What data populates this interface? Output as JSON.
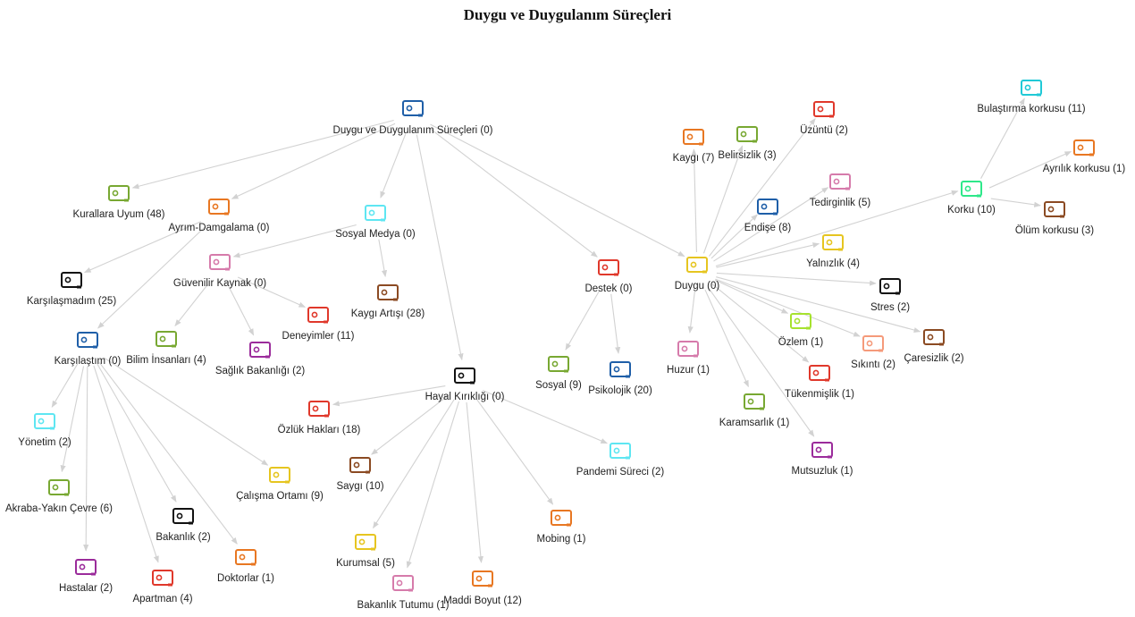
{
  "title": "Duygu ve Duygulanım Süreçleri",
  "colors": {
    "blue": "#1f5fa8",
    "orange": "#e87722",
    "green": "#78a832",
    "cyan": "#5ee6f2",
    "pink": "#d67bab",
    "red": "#e0382b",
    "brown": "#8b4a22",
    "black": "#111111",
    "purple": "#9b2c9b",
    "yellow": "#e6c520",
    "lime": "#a6e22e",
    "teal": "#20c9d6",
    "salmon": "#f59a7a",
    "mint": "#2ee88a",
    "edge": "#d2d2d2"
  },
  "nodes": [
    {
      "id": "root",
      "label": "Duygu ve Duygulanım Süreçleri (0)",
      "color": "blue"
    },
    {
      "id": "kurallara",
      "label": "Kurallara Uyum (48)",
      "color": "green"
    },
    {
      "id": "ayrim",
      "label": "Ayrım-Damgalama (0)",
      "color": "orange"
    },
    {
      "id": "sosyalmedya",
      "label": "Sosyal Medya (0)",
      "color": "cyan"
    },
    {
      "id": "guvenilir",
      "label": "Güvenilir Kaynak (0)",
      "color": "pink"
    },
    {
      "id": "kaygiartisi",
      "label": "Kaygı Artışı (28)",
      "color": "brown"
    },
    {
      "id": "karsilasmadim",
      "label": "Karşılaşmadım (25)",
      "color": "black"
    },
    {
      "id": "karsilastim",
      "label": "Karşılaştım (0)",
      "color": "blue"
    },
    {
      "id": "bilim",
      "label": "Bilim İnsanları (4)",
      "color": "green"
    },
    {
      "id": "saglik",
      "label": "Sağlık Bakanlığı (2)",
      "color": "purple"
    },
    {
      "id": "deneyimler",
      "label": "Deneyimler (11)",
      "color": "red"
    },
    {
      "id": "yonetim",
      "label": "Yönetim (2)",
      "color": "cyan"
    },
    {
      "id": "akraba",
      "label": "Akraba-Yakın Çevre (6)",
      "color": "green"
    },
    {
      "id": "hastalar",
      "label": "Hastalar (2)",
      "color": "purple"
    },
    {
      "id": "apartman",
      "label": "Apartman (4)",
      "color": "red"
    },
    {
      "id": "bakanlik",
      "label": "Bakanlık (2)",
      "color": "black"
    },
    {
      "id": "doktorlar",
      "label": "Doktorlar (1)",
      "color": "orange"
    },
    {
      "id": "calisma",
      "label": "Çalışma Ortamı (9)",
      "color": "yellow"
    },
    {
      "id": "hayal",
      "label": "Hayal Kırıklığı (0)",
      "color": "black"
    },
    {
      "id": "ozluk",
      "label": "Özlük Hakları (18)",
      "color": "red"
    },
    {
      "id": "saygi",
      "label": "Saygı (10)",
      "color": "brown"
    },
    {
      "id": "kurumsal",
      "label": "Kurumsal (5)",
      "color": "yellow"
    },
    {
      "id": "bakanliktutumu",
      "label": "Bakanlık Tutumu (1)",
      "color": "pink"
    },
    {
      "id": "maddi",
      "label": "Maddi Boyut (12)",
      "color": "orange"
    },
    {
      "id": "mobing",
      "label": "Mobing (1)",
      "color": "orange"
    },
    {
      "id": "pandemi",
      "label": "Pandemi Süreci (2)",
      "color": "cyan"
    },
    {
      "id": "destek",
      "label": "Destek (0)",
      "color": "red"
    },
    {
      "id": "sosyal",
      "label": "Sosyal (9)",
      "color": "green"
    },
    {
      "id": "psikolojik",
      "label": "Psikolojik (20)",
      "color": "blue"
    },
    {
      "id": "duygu",
      "label": "Duygu (0)",
      "color": "yellow"
    },
    {
      "id": "kaygi",
      "label": "Kaygı (7)",
      "color": "orange"
    },
    {
      "id": "belirsizlik",
      "label": "Belirsizlik (3)",
      "color": "green"
    },
    {
      "id": "uzuntu",
      "label": "Üzüntü (2)",
      "color": "red"
    },
    {
      "id": "tedirginlik",
      "label": "Tedirginlik (5)",
      "color": "pink"
    },
    {
      "id": "endise",
      "label": "Endişe (8)",
      "color": "blue"
    },
    {
      "id": "yalnizlik",
      "label": "Yalnızlık (4)",
      "color": "yellow"
    },
    {
      "id": "stres",
      "label": "Stres (2)",
      "color": "black"
    },
    {
      "id": "caresizlik",
      "label": "Çaresizlik (2)",
      "color": "brown"
    },
    {
      "id": "sikinti",
      "label": "Sıkıntı (2)",
      "color": "salmon"
    },
    {
      "id": "ozlem",
      "label": "Özlem (1)",
      "color": "lime"
    },
    {
      "id": "tukenmislik",
      "label": "Tükenmişlik (1)",
      "color": "red"
    },
    {
      "id": "huzur",
      "label": "Huzur (1)",
      "color": "pink"
    },
    {
      "id": "karamsarlik",
      "label": "Karamsarlık (1)",
      "color": "green"
    },
    {
      "id": "mutsuzluk",
      "label": "Mutsuzluk (1)",
      "color": "purple"
    },
    {
      "id": "korku",
      "label": "Korku (10)",
      "color": "mint"
    },
    {
      "id": "bulastirma",
      "label": "Bulaştırma korkusu (11)",
      "color": "teal"
    },
    {
      "id": "ayrilik",
      "label": "Ayrılık korkusu (1)",
      "color": "orange"
    },
    {
      "id": "olum",
      "label": "Ölüm korkusu (3)",
      "color": "brown"
    }
  ],
  "edges": [
    [
      "root",
      "kurallara"
    ],
    [
      "root",
      "ayrim"
    ],
    [
      "root",
      "sosyalmedya"
    ],
    [
      "root",
      "hayal"
    ],
    [
      "root",
      "destek"
    ],
    [
      "root",
      "duygu"
    ],
    [
      "ayrim",
      "karsilasmadim"
    ],
    [
      "ayrim",
      "karsilastim"
    ],
    [
      "sosyalmedya",
      "guvenilir"
    ],
    [
      "sosyalmedya",
      "kaygiartisi"
    ],
    [
      "guvenilir",
      "bilim"
    ],
    [
      "guvenilir",
      "saglik"
    ],
    [
      "guvenilir",
      "deneyimler"
    ],
    [
      "karsilastim",
      "yonetim"
    ],
    [
      "karsilastim",
      "akraba"
    ],
    [
      "karsilastim",
      "hastalar"
    ],
    [
      "karsilastim",
      "apartman"
    ],
    [
      "karsilastim",
      "bakanlik"
    ],
    [
      "karsilastim",
      "doktorlar"
    ],
    [
      "karsilastim",
      "calisma"
    ],
    [
      "hayal",
      "ozluk"
    ],
    [
      "hayal",
      "saygi"
    ],
    [
      "hayal",
      "kurumsal"
    ],
    [
      "hayal",
      "bakanliktutumu"
    ],
    [
      "hayal",
      "maddi"
    ],
    [
      "hayal",
      "mobing"
    ],
    [
      "hayal",
      "pandemi"
    ],
    [
      "destek",
      "sosyal"
    ],
    [
      "destek",
      "psikolojik"
    ],
    [
      "duygu",
      "kaygi"
    ],
    [
      "duygu",
      "belirsizlik"
    ],
    [
      "duygu",
      "uzuntu"
    ],
    [
      "duygu",
      "tedirginlik"
    ],
    [
      "duygu",
      "endise"
    ],
    [
      "duygu",
      "korku"
    ],
    [
      "duygu",
      "yalnizlik"
    ],
    [
      "duygu",
      "stres"
    ],
    [
      "duygu",
      "caresizlik"
    ],
    [
      "duygu",
      "sikinti"
    ],
    [
      "duygu",
      "ozlem"
    ],
    [
      "duygu",
      "tukenmislik"
    ],
    [
      "duygu",
      "huzur"
    ],
    [
      "duygu",
      "karamsarlik"
    ],
    [
      "duygu",
      "mutsuzluk"
    ],
    [
      "korku",
      "bulastirma"
    ],
    [
      "korku",
      "ayrilik"
    ],
    [
      "korku",
      "olum"
    ]
  ]
}
